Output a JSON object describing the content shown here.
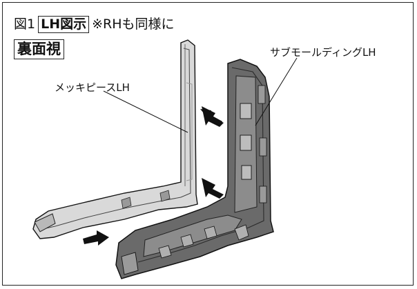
{
  "figure": {
    "number": "図1",
    "view_tag": "LH図示",
    "note": "※RHも同様に",
    "subview": "裏面視"
  },
  "labels": {
    "plating_piece": "メッキピースLH",
    "sub_molding": "サブモールディングLH"
  },
  "illustration": {
    "subject": "LH side parts, rear view",
    "arrow_count": 3,
    "colors": {
      "part_dark": "#5f5f5f",
      "part_mid": "#8c8c8c",
      "part_light": "#d9d9d9",
      "line": "#111111"
    }
  }
}
